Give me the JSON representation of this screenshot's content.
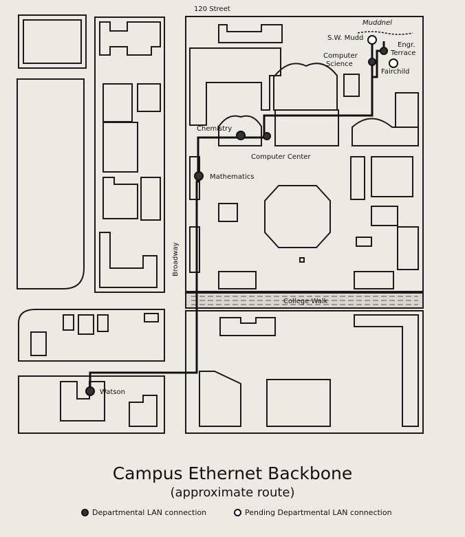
{
  "streets": {
    "top": "120 Street",
    "left": "Broadway"
  },
  "walkway": "College Walk",
  "stream": "Muddnel",
  "buildings": {
    "sw_mudd": "S.W. Mudd",
    "engr_terrace": "Engr.\nTerrace",
    "computer_science": "Computer\nScience",
    "fairchild": "Fairchild",
    "chemistry": "Chemistry",
    "computer_center": "Computer Center",
    "mathematics": "Mathematics",
    "watson": "Watson"
  },
  "title": "Campus Ethernet Backbone",
  "subtitle": "(approximate route)",
  "legend": {
    "connected": "Departmental LAN connection",
    "pending": "Pending Departmental LAN connection"
  }
}
